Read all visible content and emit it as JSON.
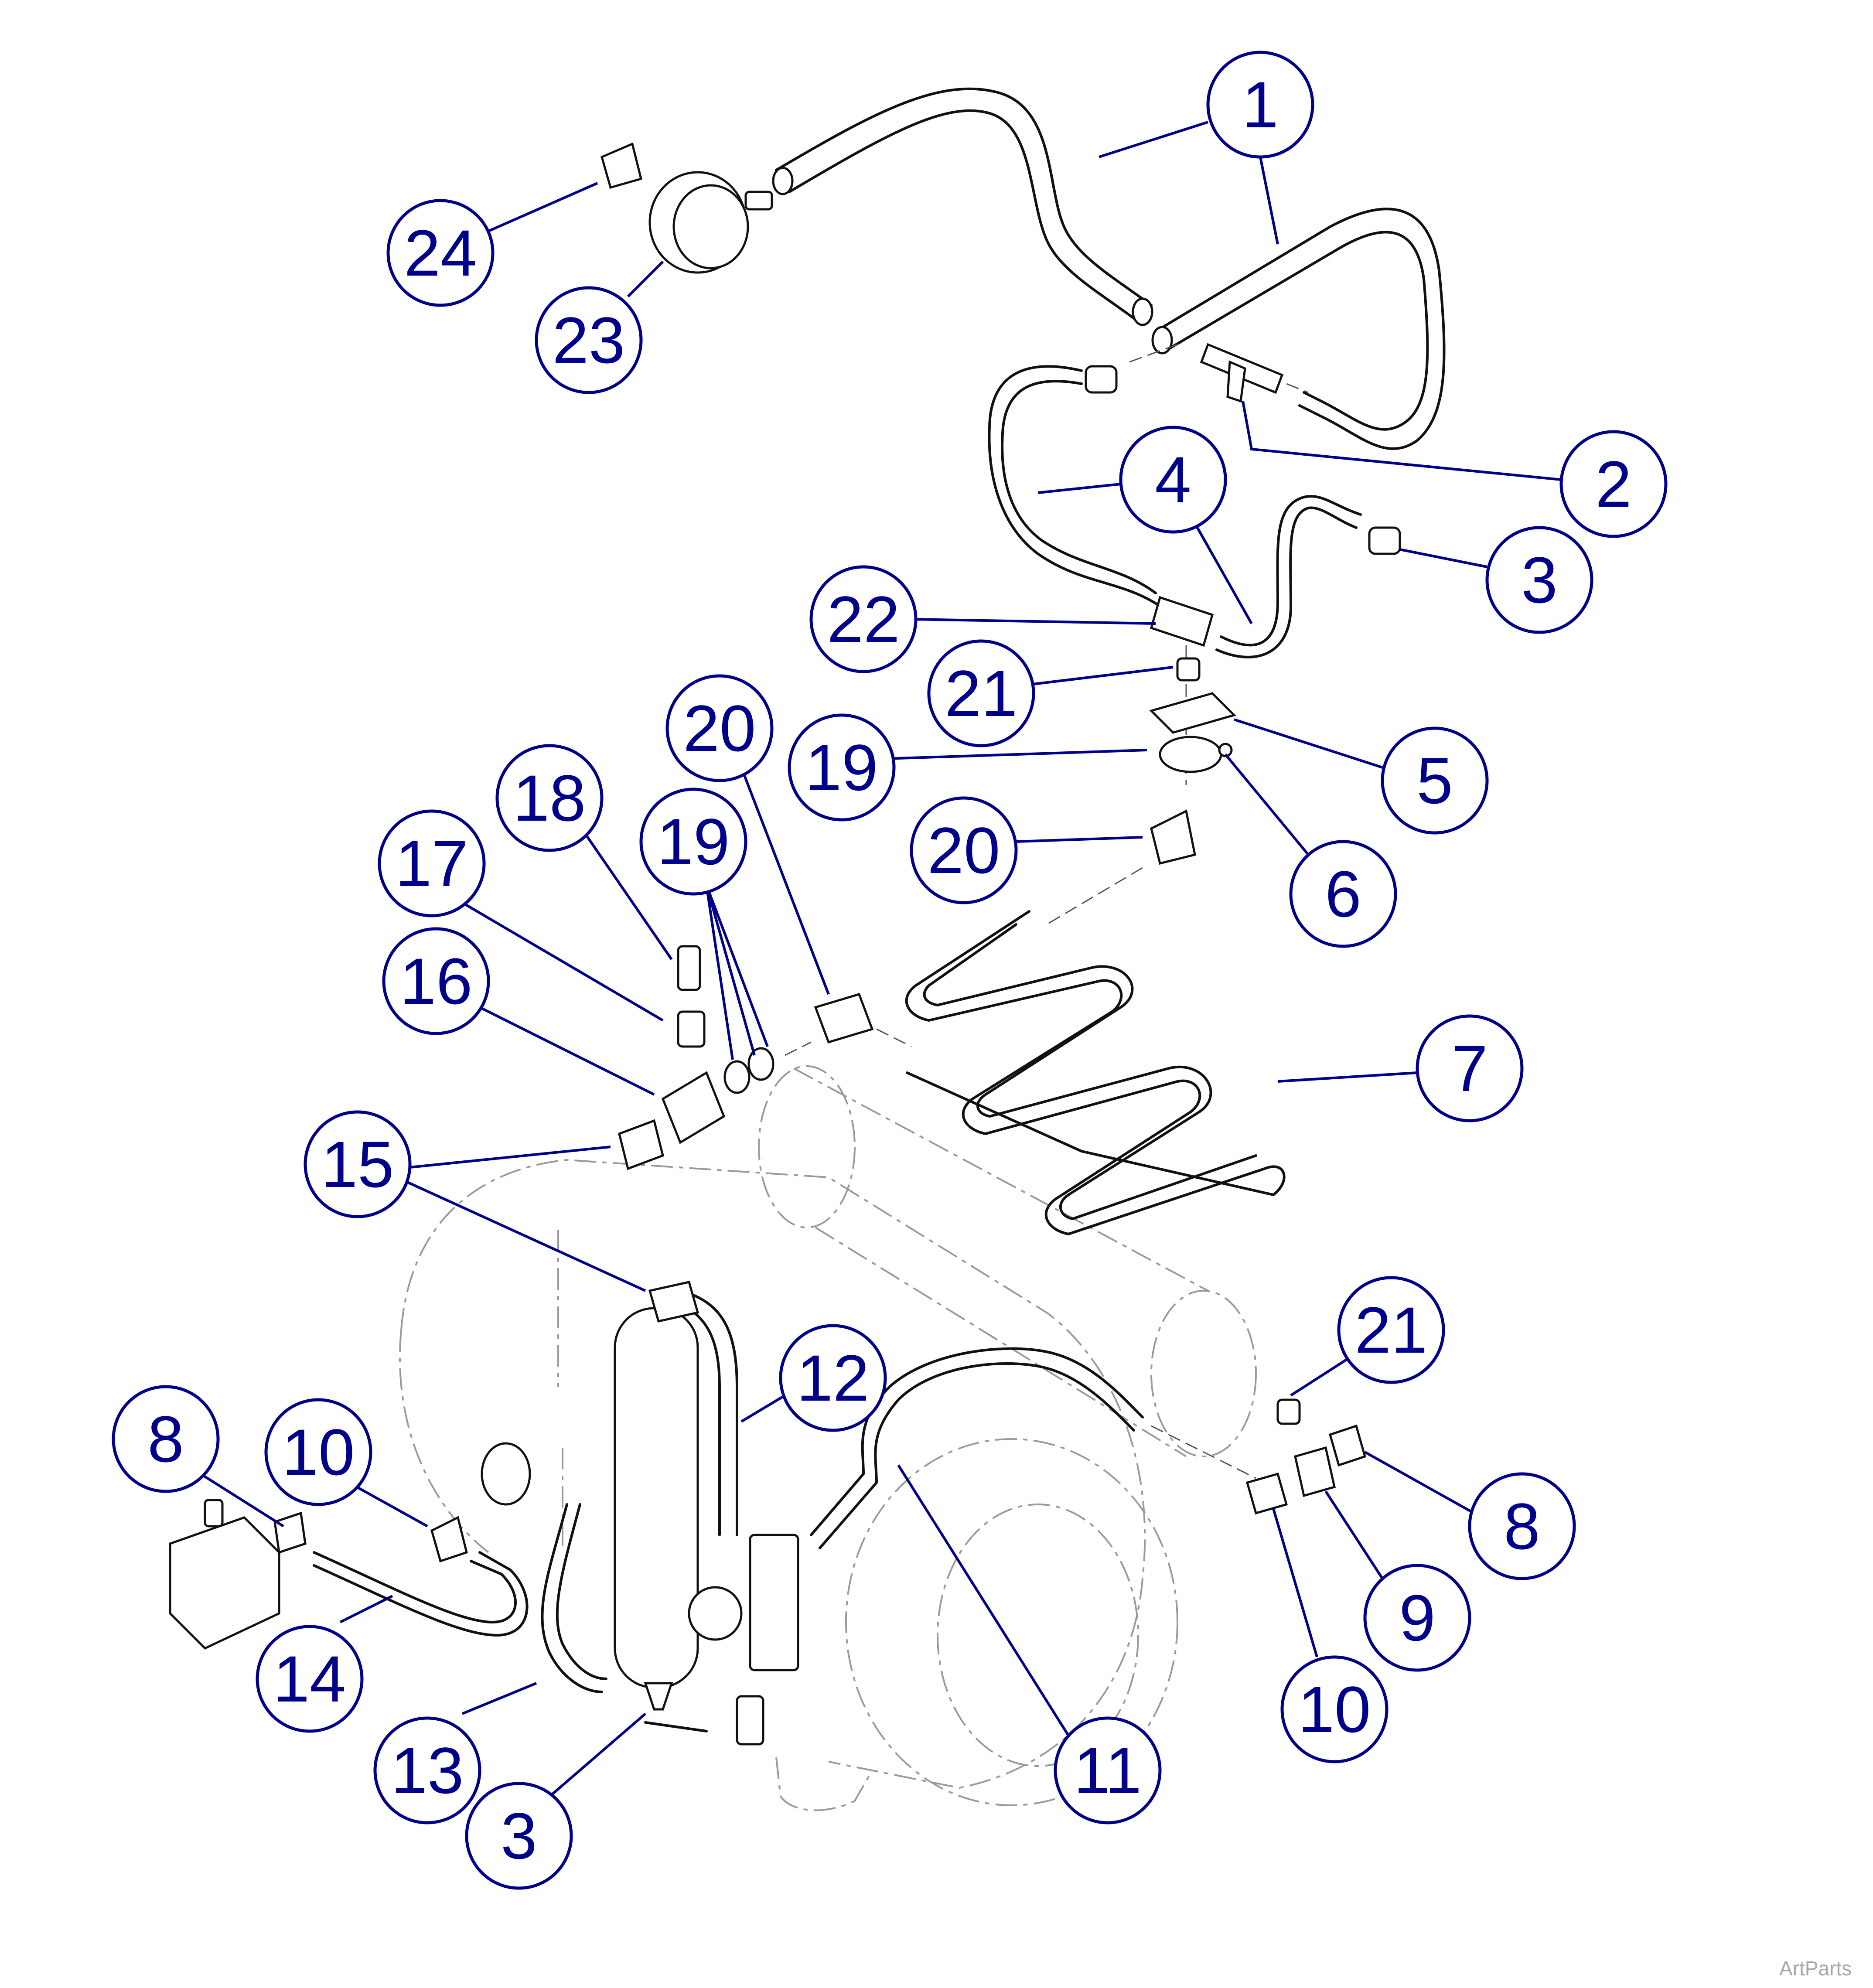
{
  "callouts": [
    {
      "id": "c1a",
      "label": "1"
    },
    {
      "id": "c2",
      "label": "2"
    },
    {
      "id": "c3a",
      "label": "3"
    },
    {
      "id": "c4",
      "label": "4"
    },
    {
      "id": "c5",
      "label": "5"
    },
    {
      "id": "c6",
      "label": "6"
    },
    {
      "id": "c7",
      "label": "7"
    },
    {
      "id": "c8a",
      "label": "8"
    },
    {
      "id": "c8b",
      "label": "8"
    },
    {
      "id": "c9",
      "label": "9"
    },
    {
      "id": "c10a",
      "label": "10"
    },
    {
      "id": "c10b",
      "label": "10"
    },
    {
      "id": "c11",
      "label": "11"
    },
    {
      "id": "c12",
      "label": "12"
    },
    {
      "id": "c13",
      "label": "13"
    },
    {
      "id": "c14",
      "label": "14"
    },
    {
      "id": "c15",
      "label": "15"
    },
    {
      "id": "c16",
      "label": "16"
    },
    {
      "id": "c17",
      "label": "17"
    },
    {
      "id": "c18",
      "label": "18"
    },
    {
      "id": "c19a",
      "label": "19"
    },
    {
      "id": "c19b",
      "label": "19"
    },
    {
      "id": "c20a",
      "label": "20"
    },
    {
      "id": "c20b",
      "label": "20"
    },
    {
      "id": "c21a",
      "label": "21"
    },
    {
      "id": "c21b",
      "label": "21"
    },
    {
      "id": "c22",
      "label": "22"
    },
    {
      "id": "c23",
      "label": "23"
    },
    {
      "id": "c24",
      "label": "24"
    },
    {
      "id": "c3b",
      "label": "3"
    }
  ],
  "watermark": "ArtParts",
  "colors": {
    "callout": "#00008b",
    "line": "#111111",
    "ghost": "#9a9a9a"
  }
}
